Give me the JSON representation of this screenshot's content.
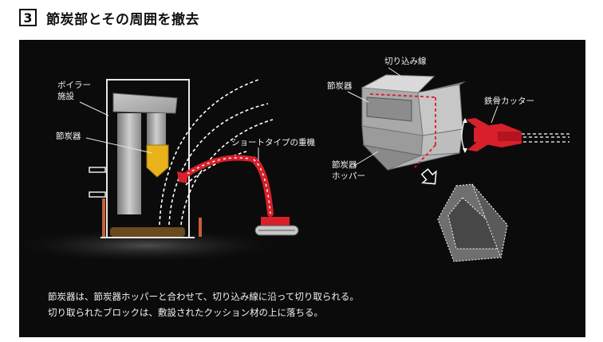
{
  "header": {
    "step_number": "3",
    "title": "節炭部とその周囲を撤去"
  },
  "labels": {
    "boiler": [
      "ボイラー",
      "施設"
    ],
    "economizer_left": "節炭器",
    "short_type": "ショートタイプの重機",
    "cut_line": "切り込み線",
    "economizer_right": "節炭器",
    "hopper": [
      "節炭器",
      "ホッパー"
    ],
    "steel_cutter": "鉄骨カッター"
  },
  "caption": {
    "line1": "節炭器は、節炭器ホッパーと合わせて、切り込み線に沿って切り取られる。",
    "line2": "切り取られたブロックは、敷設されたクッション材の上に落ちる。"
  },
  "colors": {
    "accent_red": "#d8202a",
    "economizer_yellow": "#e7b21a",
    "panel_bg": "#0b0b0b"
  }
}
